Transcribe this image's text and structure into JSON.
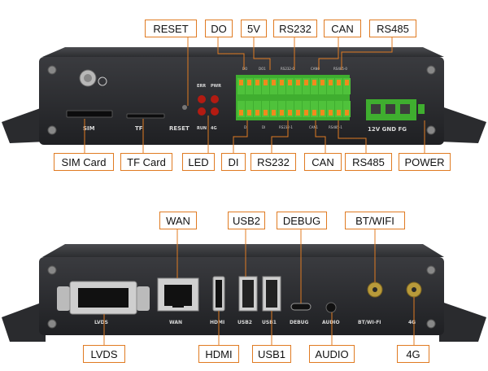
{
  "top_panel": {
    "callouts_top": [
      "RESET",
      "DO",
      "5V",
      "RS232",
      "CAN",
      "RS485"
    ],
    "callouts_bottom": [
      "SIM Card",
      "TF Card",
      "LED",
      "DI",
      "RS232",
      "CAN",
      "RS485",
      "POWER"
    ],
    "silkscreen": {
      "sim": "SIM",
      "tf": "TF",
      "reset": "RESET",
      "err": "ERR",
      "pwr": "PWR",
      "run": "RUN",
      "g4": "4G",
      "power": "12V GND FG",
      "do": "DO",
      "do1": "DO1",
      "rs232_0": "RS232-0",
      "can0": "CAN0",
      "rs485_0": "RS485-0",
      "di": "DI",
      "di2": "DI",
      "rs232_1": "RS232-1",
      "can1": "CAN1",
      "rs485_1": "RS485-1"
    }
  },
  "bottom_panel": {
    "callouts_top": [
      "WAN",
      "USB2",
      "DEBUG",
      "BT/WIFI"
    ],
    "callouts_bottom": [
      "LVDS",
      "HDMI",
      "USB1",
      "AUDIO",
      "4G"
    ],
    "silkscreen": {
      "lvds": "LVDS",
      "wan": "WAN",
      "hdmi": "HDMI",
      "usb2": "USB2",
      "usb1": "USB1",
      "debug": "DEBUG",
      "audio": "AUDIO",
      "btwifi": "BT/WI-FI",
      "g4": "4G"
    }
  },
  "colors": {
    "callout_border": "#e07b22",
    "panel": "#2b2c2f",
    "terminal_green": "#4fc23b",
    "terminal_orange": "#f08a1c"
  }
}
